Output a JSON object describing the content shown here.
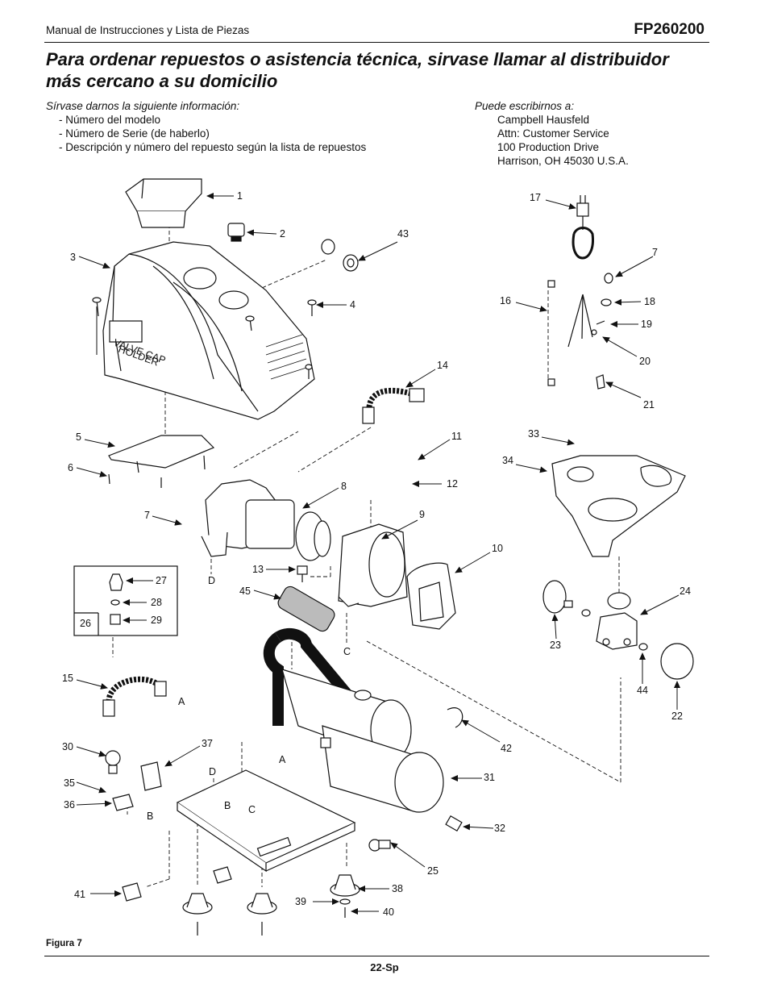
{
  "header": {
    "manual_title": "Manual de Instrucciones y Lista de Piezas",
    "model": "FP260200"
  },
  "headline": {
    "line1": "Para ordenar repuestos o asistencia técnica, sirvase llamar al distribuidor",
    "line2": "más cercano a su domicilio"
  },
  "info": {
    "intro": "Sírvase darnos la siguiente información:",
    "items": [
      "- Número del modelo",
      "- Número de Serie (de haberlo)",
      "- Descripción y número del repuesto según la lista de repuestos"
    ]
  },
  "contact": {
    "intro": "Puede escribirnos a:",
    "lines": [
      "Campbell Hausfeld",
      "Attn: Customer Service",
      "100 Production Drive",
      "Harrison, OH  45030  U.S.A."
    ]
  },
  "diagram": {
    "shroud_text_1": "VALVE CAP",
    "shroud_text_2": "HOLDER",
    "parts": [
      {
        "num": "1"
      },
      {
        "num": "2"
      },
      {
        "num": "3"
      },
      {
        "num": "4"
      },
      {
        "num": "5"
      },
      {
        "num": "6"
      },
      {
        "num": "7"
      },
      {
        "num": "8"
      },
      {
        "num": "9"
      },
      {
        "num": "10"
      },
      {
        "num": "11"
      },
      {
        "num": "12"
      },
      {
        "num": "13"
      },
      {
        "num": "14"
      },
      {
        "num": "15"
      },
      {
        "num": "16"
      },
      {
        "num": "17"
      },
      {
        "num": "7"
      },
      {
        "num": "18"
      },
      {
        "num": "19"
      },
      {
        "num": "20"
      },
      {
        "num": "21"
      },
      {
        "num": "22"
      },
      {
        "num": "23"
      },
      {
        "num": "24"
      },
      {
        "num": "25"
      },
      {
        "num": "26"
      },
      {
        "num": "27"
      },
      {
        "num": "28"
      },
      {
        "num": "29"
      },
      {
        "num": "30"
      },
      {
        "num": "31"
      },
      {
        "num": "32"
      },
      {
        "num": "33"
      },
      {
        "num": "34"
      },
      {
        "num": "35"
      },
      {
        "num": "36"
      },
      {
        "num": "37"
      },
      {
        "num": "38"
      },
      {
        "num": "39"
      },
      {
        "num": "40"
      },
      {
        "num": "41"
      },
      {
        "num": "42"
      },
      {
        "num": "43"
      },
      {
        "num": "44"
      },
      {
        "num": "45"
      }
    ],
    "refs": [
      "D",
      "C",
      "A",
      "B",
      "D",
      "B",
      "C",
      "A"
    ]
  },
  "footer": {
    "figure": "Figura 7",
    "page": "22-Sp"
  }
}
